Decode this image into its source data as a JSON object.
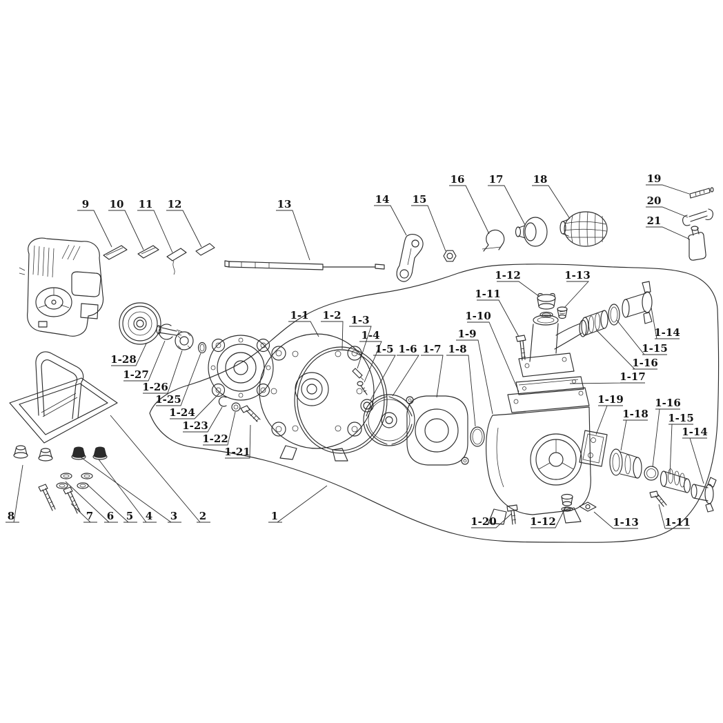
{
  "colors": {
    "line": "#2b2b2b",
    "background": "#ffffff"
  },
  "labels": {
    "t9": "9",
    "t10": "10",
    "t11": "11",
    "t12": "12",
    "t13": "13",
    "t14": "14",
    "t15": "15",
    "t16": "16",
    "t17": "17",
    "t18": "18",
    "t19": "19",
    "t20": "20",
    "t21": "21",
    "b1": "1",
    "b2": "2",
    "b3": "3",
    "b4": "4",
    "b5": "5",
    "b6": "6",
    "b7": "7",
    "b8": "8",
    "p1": "1-1",
    "p2": "1-2",
    "p3": "1-3",
    "p4": "1-4",
    "p5": "1-5",
    "p6": "1-6",
    "p7": "1-7",
    "p8": "1-8",
    "p9": "1-9",
    "p10": "1-10",
    "p11": "1-11",
    "p12": "1-12",
    "p13": "1-13",
    "p14": "1-14",
    "p15": "1-15",
    "p16": "1-16",
    "p17": "1-17",
    "p18": "1-18",
    "p19": "1-19",
    "p20": "1-20",
    "p21": "1-21",
    "p22": "1-22",
    "p23": "1-23",
    "p24": "1-24",
    "p25": "1-25",
    "p26": "1-26",
    "p27": "1-27",
    "p28": "1-28",
    "p11b": "1-11",
    "p12b": "1-12",
    "p13b": "1-13",
    "p14b": "1-14",
    "p15b": "1-15",
    "p16b": "1-16"
  }
}
